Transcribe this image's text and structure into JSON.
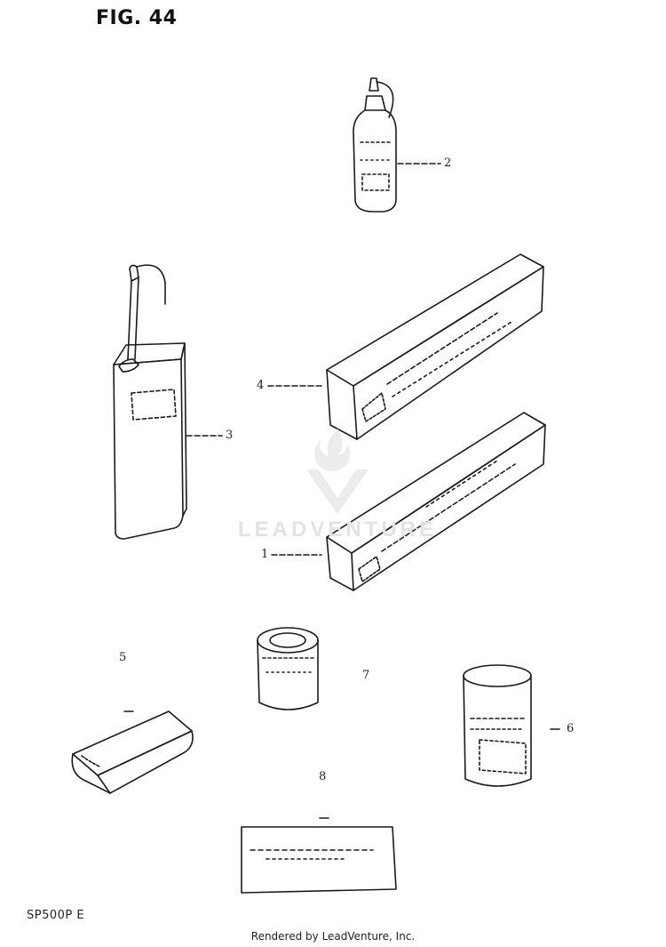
{
  "figure": {
    "title": "FIG. 44",
    "footer_code": "SP500P E",
    "rendered_by": "Rendered by LeadVenture, Inc."
  },
  "watermark": {
    "text": "LEADVENTURE",
    "icon": "flame-v-logo-icon"
  },
  "parts": [
    {
      "ref": "1",
      "item": "bottom-box"
    },
    {
      "ref": "2",
      "item": "small-oil-bottle"
    },
    {
      "ref": "3",
      "item": "oil-can-with-spout"
    },
    {
      "ref": "4",
      "item": "top-box"
    },
    {
      "ref": "5",
      "item": "pouch"
    },
    {
      "ref": "6",
      "item": "tall-tin"
    },
    {
      "ref": "7",
      "item": "short-tin"
    },
    {
      "ref": "8",
      "item": "label-plate"
    }
  ],
  "colors": {
    "line": "#1a1a1a",
    "watermark": "#e3e3e3"
  }
}
